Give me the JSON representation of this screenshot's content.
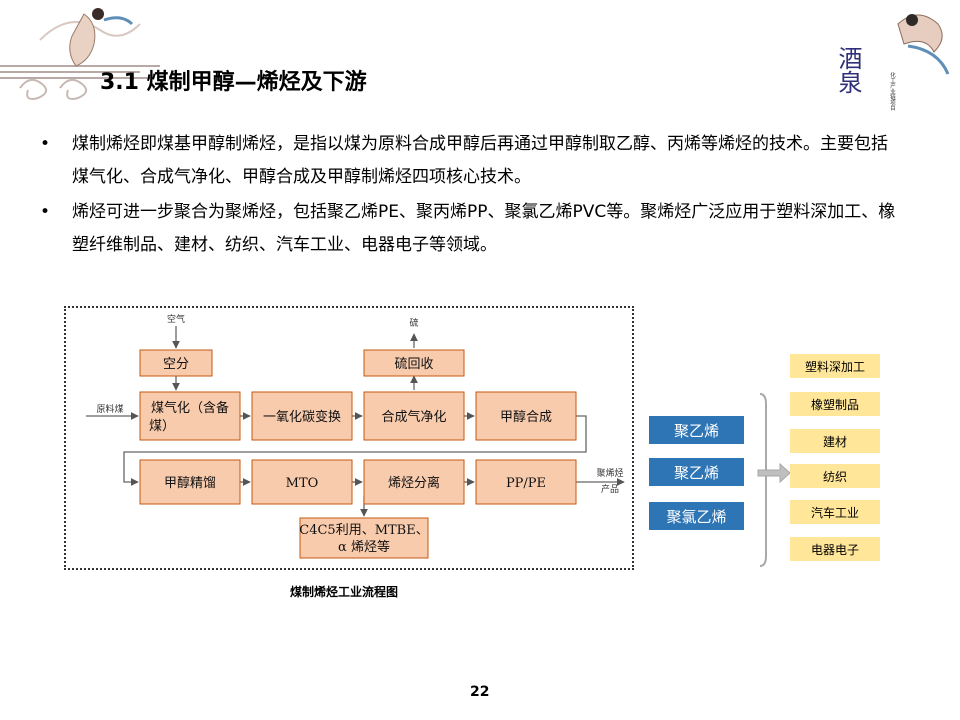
{
  "slide": {
    "title": "3.1 煤制甲醇—烯烃及下游",
    "page_number": "22",
    "logo_text": "酒泉",
    "logo_subtext": "化工产业链项目",
    "bullets": [
      "煤制烯烃即煤基甲醇制烯烃，是指以煤为原料合成甲醇后再通过甲醇制取乙醇、丙烯等烯烃的技术。主要包括煤气化、合成气净化、甲醇合成及甲醇制烯烃四项核心技术。",
      "烯烃可进一步聚合为聚烯烃，包括聚乙烯PE、聚丙烯PP、聚氯乙烯PVC等。聚烯烃广泛应用于塑料深加工、橡塑纤维制品、建材、纺织、汽车工业、电器电子等领域。"
    ],
    "bullet_marker": "•"
  },
  "flow": {
    "caption": "煤制烯烃工业流程图",
    "node_fill": "#f8cbad",
    "node_stroke": "#c55a11",
    "nodes": {
      "air_sep": "空分",
      "gasify_1": "煤气化（含备",
      "gasify_2": "煤）",
      "co_shift": "一氧化碳变换",
      "syngas": "合成气净化",
      "methanol": "甲醇合成",
      "sulfur": "硫回收",
      "distill": "甲醇精馏",
      "mto": "MTO",
      "olefin_sep": "烯烃分离",
      "pp_pe": "PP/PE",
      "byprod_1": "C4C5利用、MTBE、",
      "byprod_2": "α 烯烃等"
    },
    "labels": {
      "air": "空气",
      "sulfur_out": "硫",
      "raw_coal": "原料煤",
      "product_1": "聚烯烃",
      "product_2": "产品"
    }
  },
  "polyolefins": {
    "color": "#2e75b6",
    "items": [
      "聚乙烯",
      "聚乙烯",
      "聚氯乙烯"
    ]
  },
  "applications": {
    "color": "#ffe699",
    "items": [
      "塑料深加工",
      "橡塑制品",
      "建材",
      "纺织",
      "汽车工业",
      "电器电子"
    ]
  }
}
